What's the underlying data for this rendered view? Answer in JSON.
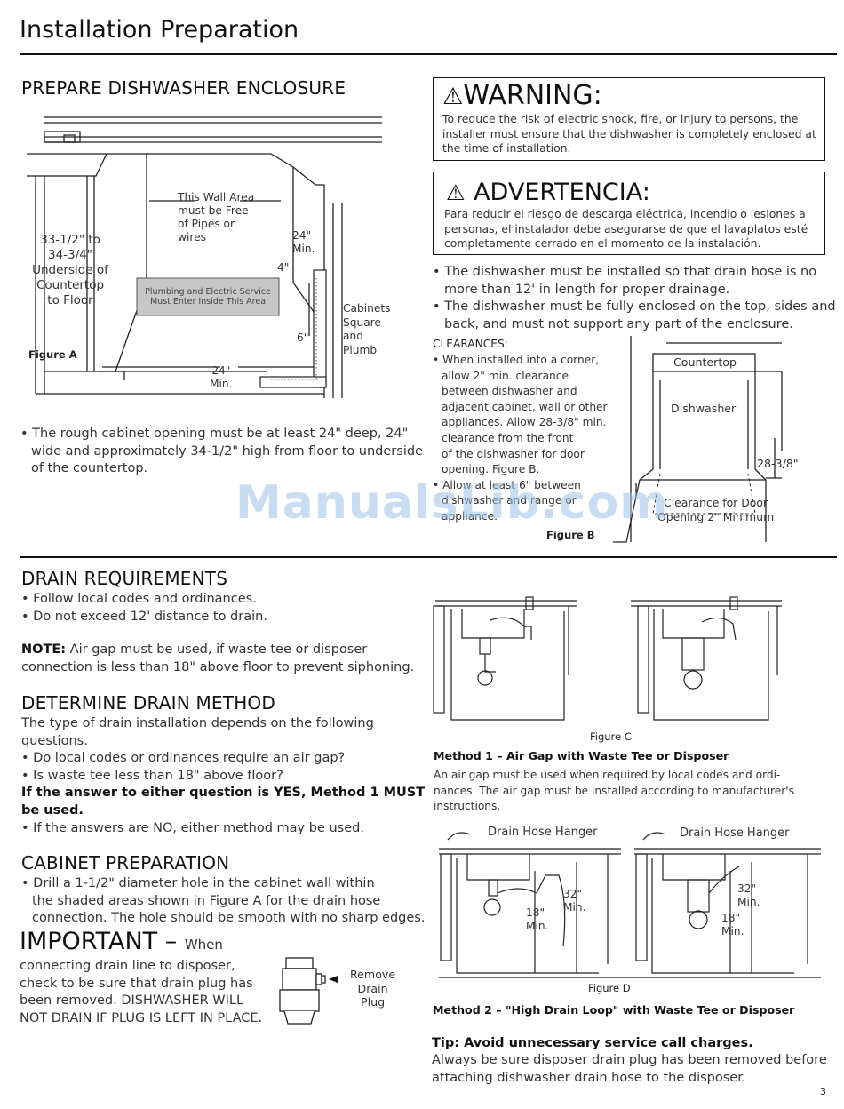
{
  "page_title": "Installation Preparation",
  "page_number": "3",
  "watermark": "ManualsLib.com",
  "enclosure": {
    "heading": "PREPARE DISHWASHER ENCLOSURE",
    "figure_label": "Figure A",
    "labels": {
      "height_1": "33-1/2\" to 34-3/4\"",
      "height_2": "Underside of",
      "height_3": "Countertop",
      "height_4": "to Floor",
      "wall_1": "This Wall Area",
      "wall_2": "must be Free",
      "wall_3": "of Pipes or",
      "wall_4": "wires",
      "depth_1": "24\"",
      "depth_2": "Min.",
      "four": "4\"",
      "six": "6\"",
      "shaded_1": "Plumbing and Electric Service",
      "shaded_2": "Must Enter Inside This Area",
      "cab_1": "Cabinets",
      "cab_2": "Square",
      "cab_3": "and",
      "cab_4": "Plumb",
      "width_1": "24\"",
      "width_2": "Min."
    },
    "bullet_lines": [
      "• The rough cabinet opening must be at least 24\" deep, 24\"",
      "wide and approximately 34-1/2\" high from floor to underside",
      "of the countertop."
    ]
  },
  "warning": {
    "title": "WARNING:",
    "lines": [
      "To reduce the risk of electric shock, fire, or injury  to persons, the",
      "installer must ensure that the dishwasher is completely enclosed at",
      "the time of installation."
    ]
  },
  "advertencia": {
    "title": "ADVERTENCIA:",
    "lines": [
      "Para reducir el riesgo de descarga eléctrica, incendio o lesiones a",
      "personas, el instalador debe asegurarse de que el lavaplatos esté",
      "completamente cerrado en el momento de la instalación."
    ]
  },
  "enclosure_bullets": [
    [
      "• The dishwasher must be installed so that drain hose is no",
      "more than 12' in length for proper drainage."
    ],
    [
      "• The dishwasher must be fully enclosed on the top, sides and",
      "back, and must not support any part of the enclosure."
    ]
  ],
  "clearances": {
    "heading": "CLEARANCES:",
    "lines": [
      "• When installed into a corner,",
      "allow 2\" min. clearance",
      "between dishwasher and",
      "adjacent cabinet, wall or other",
      "appliances. Allow 28-3/8\" min.",
      "clearance from the front",
      "of the dishwasher for door",
      "opening. Figure B.",
      "• Allow at least 6\" between",
      "dishwasher and range or",
      "appliance."
    ],
    "figure_label": "Figure B",
    "countertop": "Countertop",
    "dishwasher": "Dishwasher",
    "dimension": "28-3/8\"",
    "clear_1": "Clearance for Door",
    "clear_2": "Opening 2\" Minimum"
  },
  "drain": {
    "heading": "DRAIN REQUIREMENTS",
    "bullets": [
      "• Follow local codes and ordinances.",
      "• Do not exceed 12' distance to drain."
    ],
    "note_label": "NOTE:",
    "note_1": " Air gap must be used, if waste tee or disposer",
    "note_2": "connection is less than 18\" above floor to prevent siphoning."
  },
  "method": {
    "heading": "DETERMINE DRAIN METHOD",
    "intro_1": "The type of drain installation depends on the following",
    "intro_2": "questions.",
    "q1": "• Do local codes or ordinances require an air gap?",
    "q2": "• Is waste tee less than 18\" above floor?",
    "bold_1": "If the answer to either question is YES, Method 1 MUST",
    "bold_2": "be used.",
    "last": "• If the answers are NO, either method may be used."
  },
  "cabinet": {
    "heading": "CABINET PREPARATION",
    "lines": [
      "• Drill a 1-1/2\" diameter hole in the cabinet wall within",
      "the shaded areas shown in Figure A for the drain hose",
      "connection. The hole should be smooth with no sharp edges."
    ]
  },
  "important": {
    "big": "IMPORTANT",
    "dash": " – ",
    "when": "When",
    "lines": [
      "connecting drain line to disposer,",
      "check to be sure that drain plug has",
      "been removed. DISHWASHER WILL",
      "NOT DRAIN IF PLUG IS LEFT IN PLACE."
    ],
    "remove_1": "Remove",
    "remove_2": "Drain",
    "remove_3": "Plug"
  },
  "figure_c": {
    "label": "Figure C",
    "method_title": "Method 1 – Air Gap with Waste Tee or Disposer",
    "lines": [
      "An air gap must be used when required by local codes and ordi-",
      "nances. The air gap must be installed according to manufacturer's",
      "instructions."
    ]
  },
  "figure_d": {
    "label": "Figure D",
    "hanger": "Drain Hose Hanger",
    "d32": "32\"",
    "d18": "18\"",
    "min": "Min.",
    "method_title": "Method 2 – \"High Drain Loop\" with Waste Tee or Disposer"
  },
  "tip": {
    "title": "Tip: Avoid unnecessary service call charges.",
    "line_1": "Always be sure disposer drain plug has been removed before",
    "line_2": "attaching dishwasher drain hose to the disposer."
  }
}
